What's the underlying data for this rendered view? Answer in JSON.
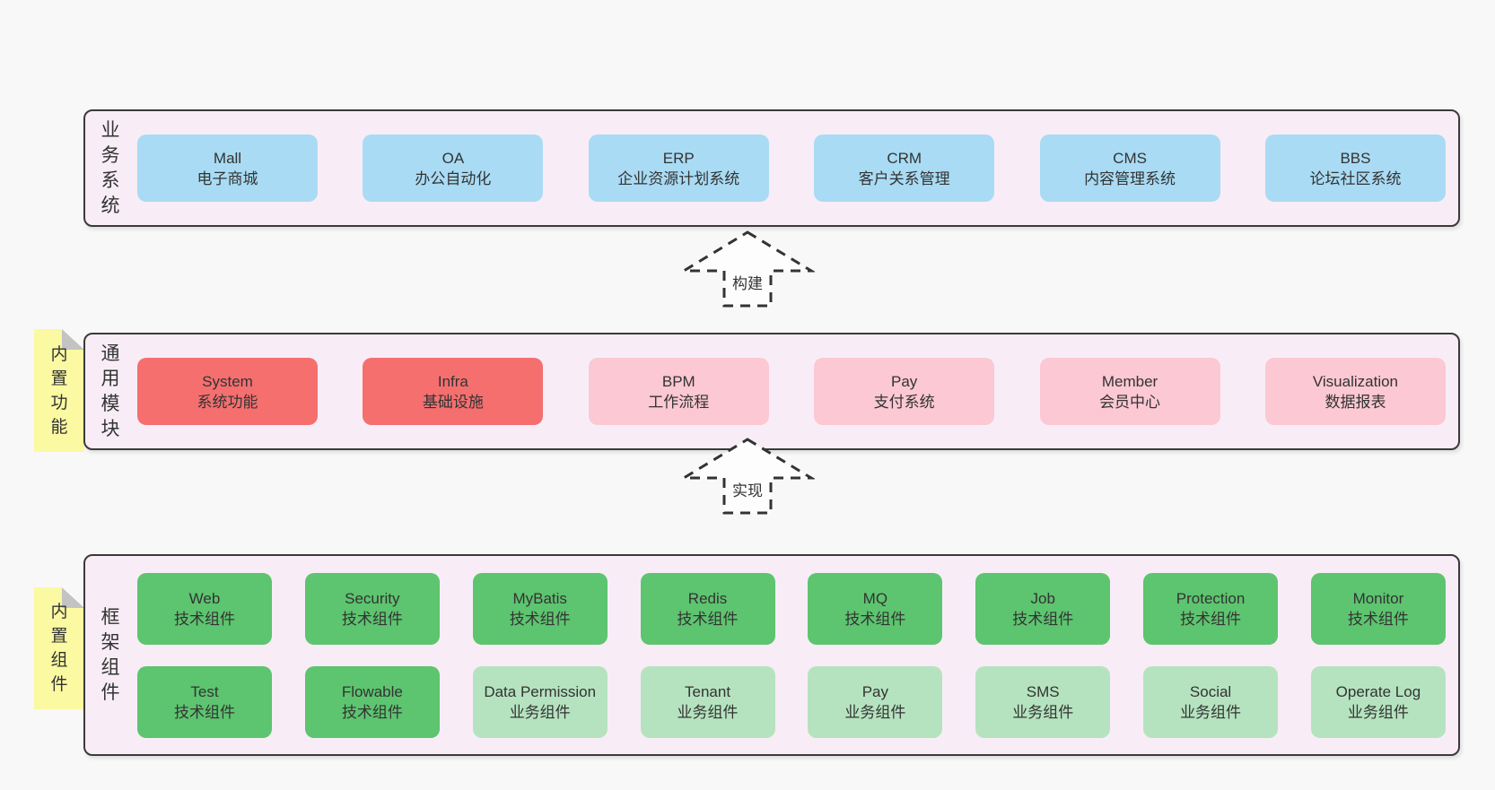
{
  "colors": {
    "page_bg": "#f8f8f8",
    "container_bg": "#f8edf6",
    "container_border": "#3a3a3a",
    "box_blue": "#a9dbf4",
    "box_red": "#f56f6f",
    "box_pink": "#fbc8d3",
    "box_green": "#5dc46f",
    "box_lightgreen": "#b5e3bf",
    "tab_yellow": "#fbf9a1",
    "fold_gray": "#c3c3c3",
    "text": "#333333"
  },
  "sections": [
    {
      "label": "业务系统",
      "tab": null,
      "rows": [
        [
          {
            "en": "Mall",
            "zh": "电子商城",
            "variant": "blue"
          },
          {
            "en": "OA",
            "zh": "办公自动化",
            "variant": "blue"
          },
          {
            "en": "ERP",
            "zh": "企业资源计划系统",
            "variant": "blue"
          },
          {
            "en": "CRM",
            "zh": "客户关系管理",
            "variant": "blue"
          },
          {
            "en": "CMS",
            "zh": "内容管理系统",
            "variant": "blue"
          },
          {
            "en": "BBS",
            "zh": "论坛社区系统",
            "variant": "blue"
          }
        ]
      ]
    },
    {
      "label": "通用模块",
      "tab": "内置功能",
      "rows": [
        [
          {
            "en": "System",
            "zh": "系统功能",
            "variant": "red"
          },
          {
            "en": "Infra",
            "zh": "基础设施",
            "variant": "red"
          },
          {
            "en": "BPM",
            "zh": "工作流程",
            "variant": "pink"
          },
          {
            "en": "Pay",
            "zh": "支付系统",
            "variant": "pink"
          },
          {
            "en": "Member",
            "zh": "会员中心",
            "variant": "pink"
          },
          {
            "en": "Visualization",
            "zh": "数据报表",
            "variant": "pink"
          }
        ]
      ]
    },
    {
      "label": "框架组件",
      "tab": "内置组件",
      "rows": [
        [
          {
            "en": "Web",
            "zh": "技术组件",
            "variant": "green"
          },
          {
            "en": "Security",
            "zh": "技术组件",
            "variant": "green"
          },
          {
            "en": "MyBatis",
            "zh": "技术组件",
            "variant": "green"
          },
          {
            "en": "Redis",
            "zh": "技术组件",
            "variant": "green"
          },
          {
            "en": "MQ",
            "zh": "技术组件",
            "variant": "green"
          },
          {
            "en": "Job",
            "zh": "技术组件",
            "variant": "green"
          },
          {
            "en": "Protection",
            "zh": "技术组件",
            "variant": "green"
          },
          {
            "en": "Monitor",
            "zh": "技术组件",
            "variant": "green"
          }
        ],
        [
          {
            "en": "Test",
            "zh": "技术组件",
            "variant": "green"
          },
          {
            "en": "Flowable",
            "zh": "技术组件",
            "variant": "green"
          },
          {
            "en": "Data Permission",
            "zh": "业务组件",
            "variant": "lightgreen"
          },
          {
            "en": "Tenant",
            "zh": "业务组件",
            "variant": "lightgreen"
          },
          {
            "en": "Pay",
            "zh": "业务组件",
            "variant": "lightgreen"
          },
          {
            "en": "SMS",
            "zh": "业务组件",
            "variant": "lightgreen"
          },
          {
            "en": "Social",
            "zh": "业务组件",
            "variant": "lightgreen"
          },
          {
            "en": "Operate Log",
            "zh": "业务组件",
            "variant": "lightgreen"
          }
        ]
      ]
    }
  ],
  "arrows": [
    {
      "label": "构建"
    },
    {
      "label": "实现"
    }
  ]
}
